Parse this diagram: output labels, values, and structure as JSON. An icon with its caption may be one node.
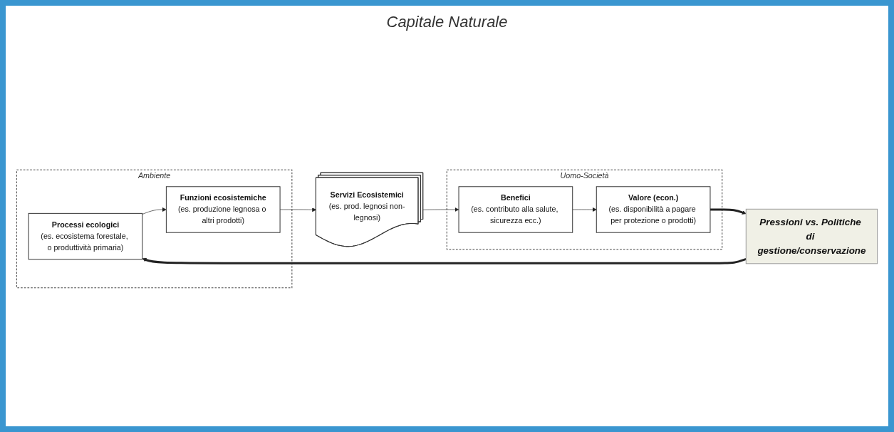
{
  "diagram": {
    "nodes": [
      {
        "text": [
          "Ambiente"
        ]
      },
      {
        "text": [
          "Uomo-Società"
        ]
      },
      {
        "text": [
          "Processi ecologici",
          "(es. ecosistema forestale, o produttività primaria)"
        ],
        "in": 0
      },
      {
        "text": [
          "Funzioni ecosistemiche",
          "(es. produzione legnosa o altri prodotti)"
        ],
        "in": 0
      },
      {
        "text": [
          "Servizi Ecosistemici",
          "(es. prod. legnosi non-legnosi)"
        ]
      },
      {
        "text": [
          "Benefici",
          "(es. contributo alla salute, sicurezza ecc.)"
        ],
        "in": 1
      },
      {
        "text": [
          "Valore (econ.)",
          "(es. disponibilità a pagare per protezione o prodotti)"
        ],
        "in": 1
      },
      {
        "text": [
          "Pressioni vs. Politiche di gestione/conservazione"
        ]
      }
    ],
    "edges": [
      {
        "from": 2,
        "to": 3,
        "arrow": "to"
      },
      {
        "from": 3,
        "to": 4,
        "arrow": "to"
      },
      {
        "from": 4,
        "to": 5,
        "arrow": "to"
      },
      {
        "from": 5,
        "to": 6,
        "arrow": "to"
      },
      {
        "from": 7,
        "to": 2,
        "arrow": "to",
        "style": "thick"
      },
      {
        "from": 6,
        "to": 7,
        "arrow": "to",
        "style": "thick"
      }
    ],
    "labels": [
      "Capitale Naturale"
    ]
  }
}
